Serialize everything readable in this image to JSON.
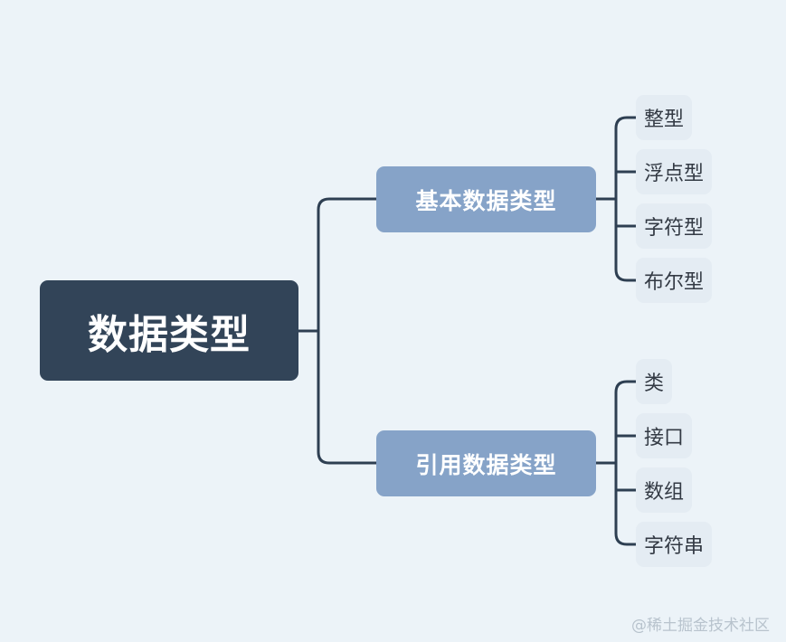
{
  "root": {
    "label": "数据类型"
  },
  "branches": [
    {
      "label": "基本数据类型",
      "leaves": [
        "整型",
        "浮点型",
        "字符型",
        "布尔型"
      ]
    },
    {
      "label": "引用数据类型",
      "leaves": [
        "类",
        "接口",
        "数组",
        "字符串"
      ]
    }
  ],
  "watermark": "@稀土掘金技术社区",
  "colors": {
    "background": "#ecf3f8",
    "root_fill": "#324458",
    "branch_fill": "#86a3c8",
    "leaf_fill": "#e4ecf3",
    "connector": "#2e3f52"
  }
}
